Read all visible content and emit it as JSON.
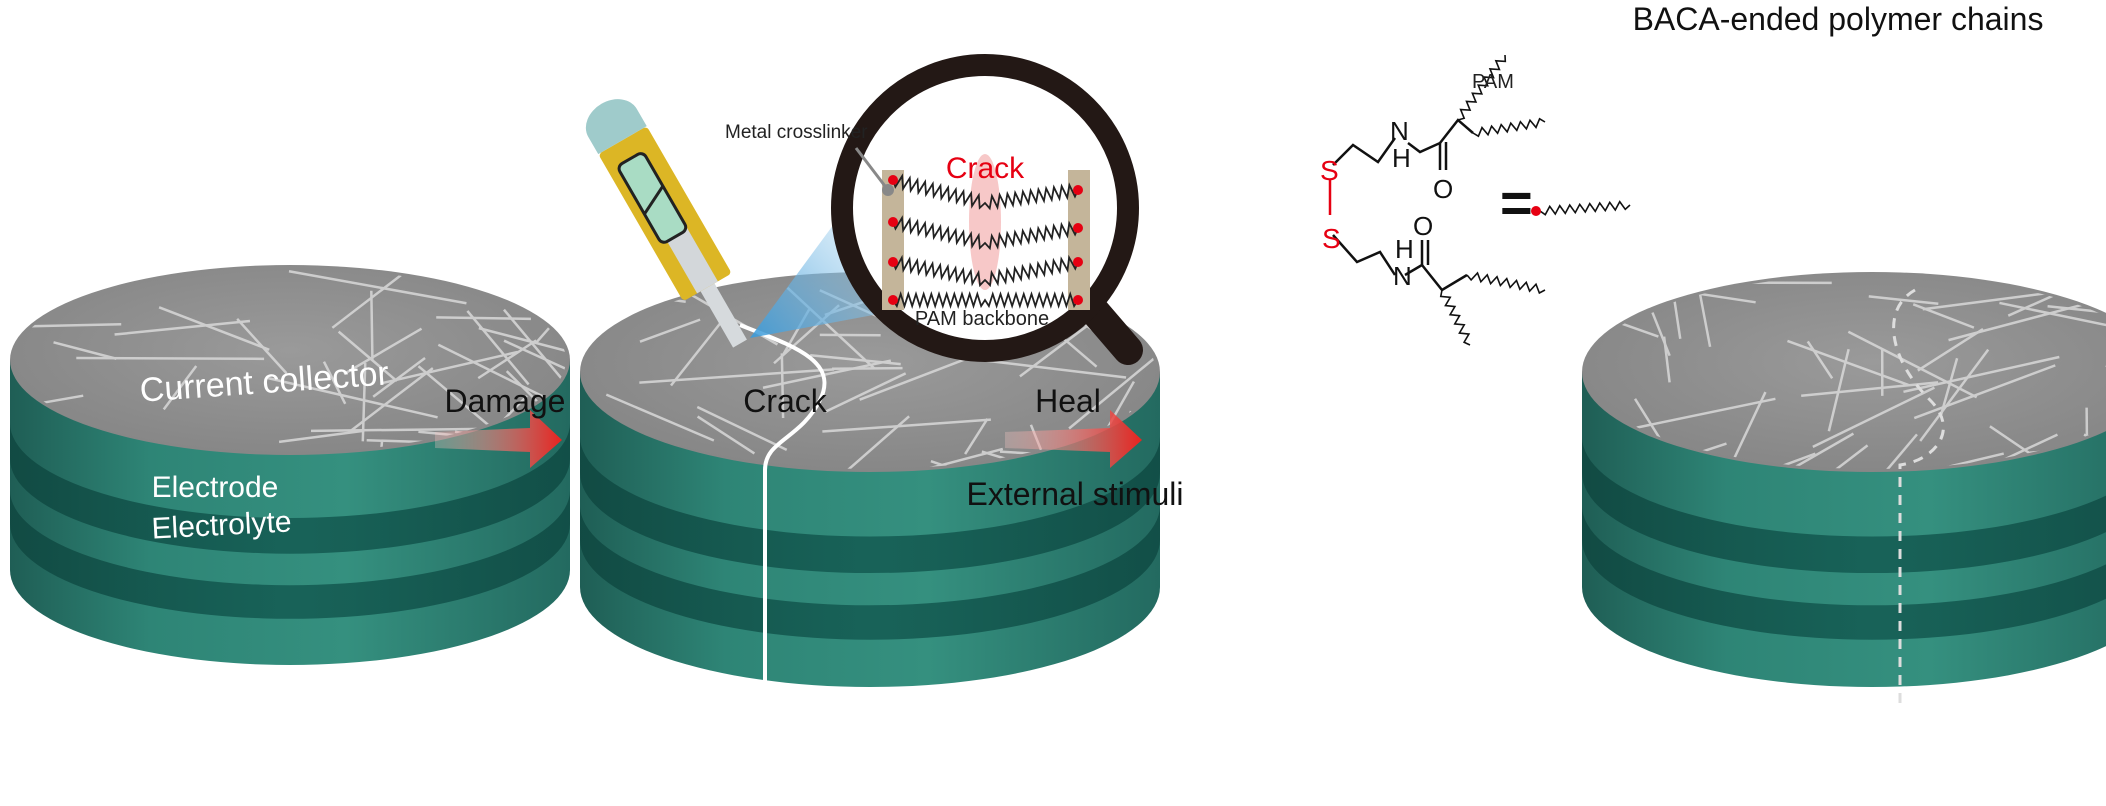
{
  "labels": {
    "current_collector": "Current collector",
    "electrode": "Electrode",
    "electrolyte": "Electrolyte",
    "damage": "Damage",
    "crack": "Crack",
    "heal": "Heal",
    "external_stimuli": "External stimuli",
    "metal_crosslinker": "Metal crosslinker",
    "crack_zoom": "Crack",
    "pam_backbone": "PAM backbone",
    "title": "BACA-ended polymer chains",
    "pam": "PAM",
    "s1": "S",
    "s2": "S",
    "n1": "N",
    "h1": "H",
    "n2": "N",
    "h2": "H",
    "o1": "O",
    "o2": "O",
    "equals": "="
  },
  "colors": {
    "teal": "#2f8a7c",
    "teal_dark": "#14594f",
    "top_gray": "#8f8f8f",
    "arrow_red": "#e8231f",
    "crosslinker_red": "#e60012",
    "frame_tan": "#c4b59a",
    "magnifier": "#231815",
    "knife_yellow": "#dcb625"
  }
}
